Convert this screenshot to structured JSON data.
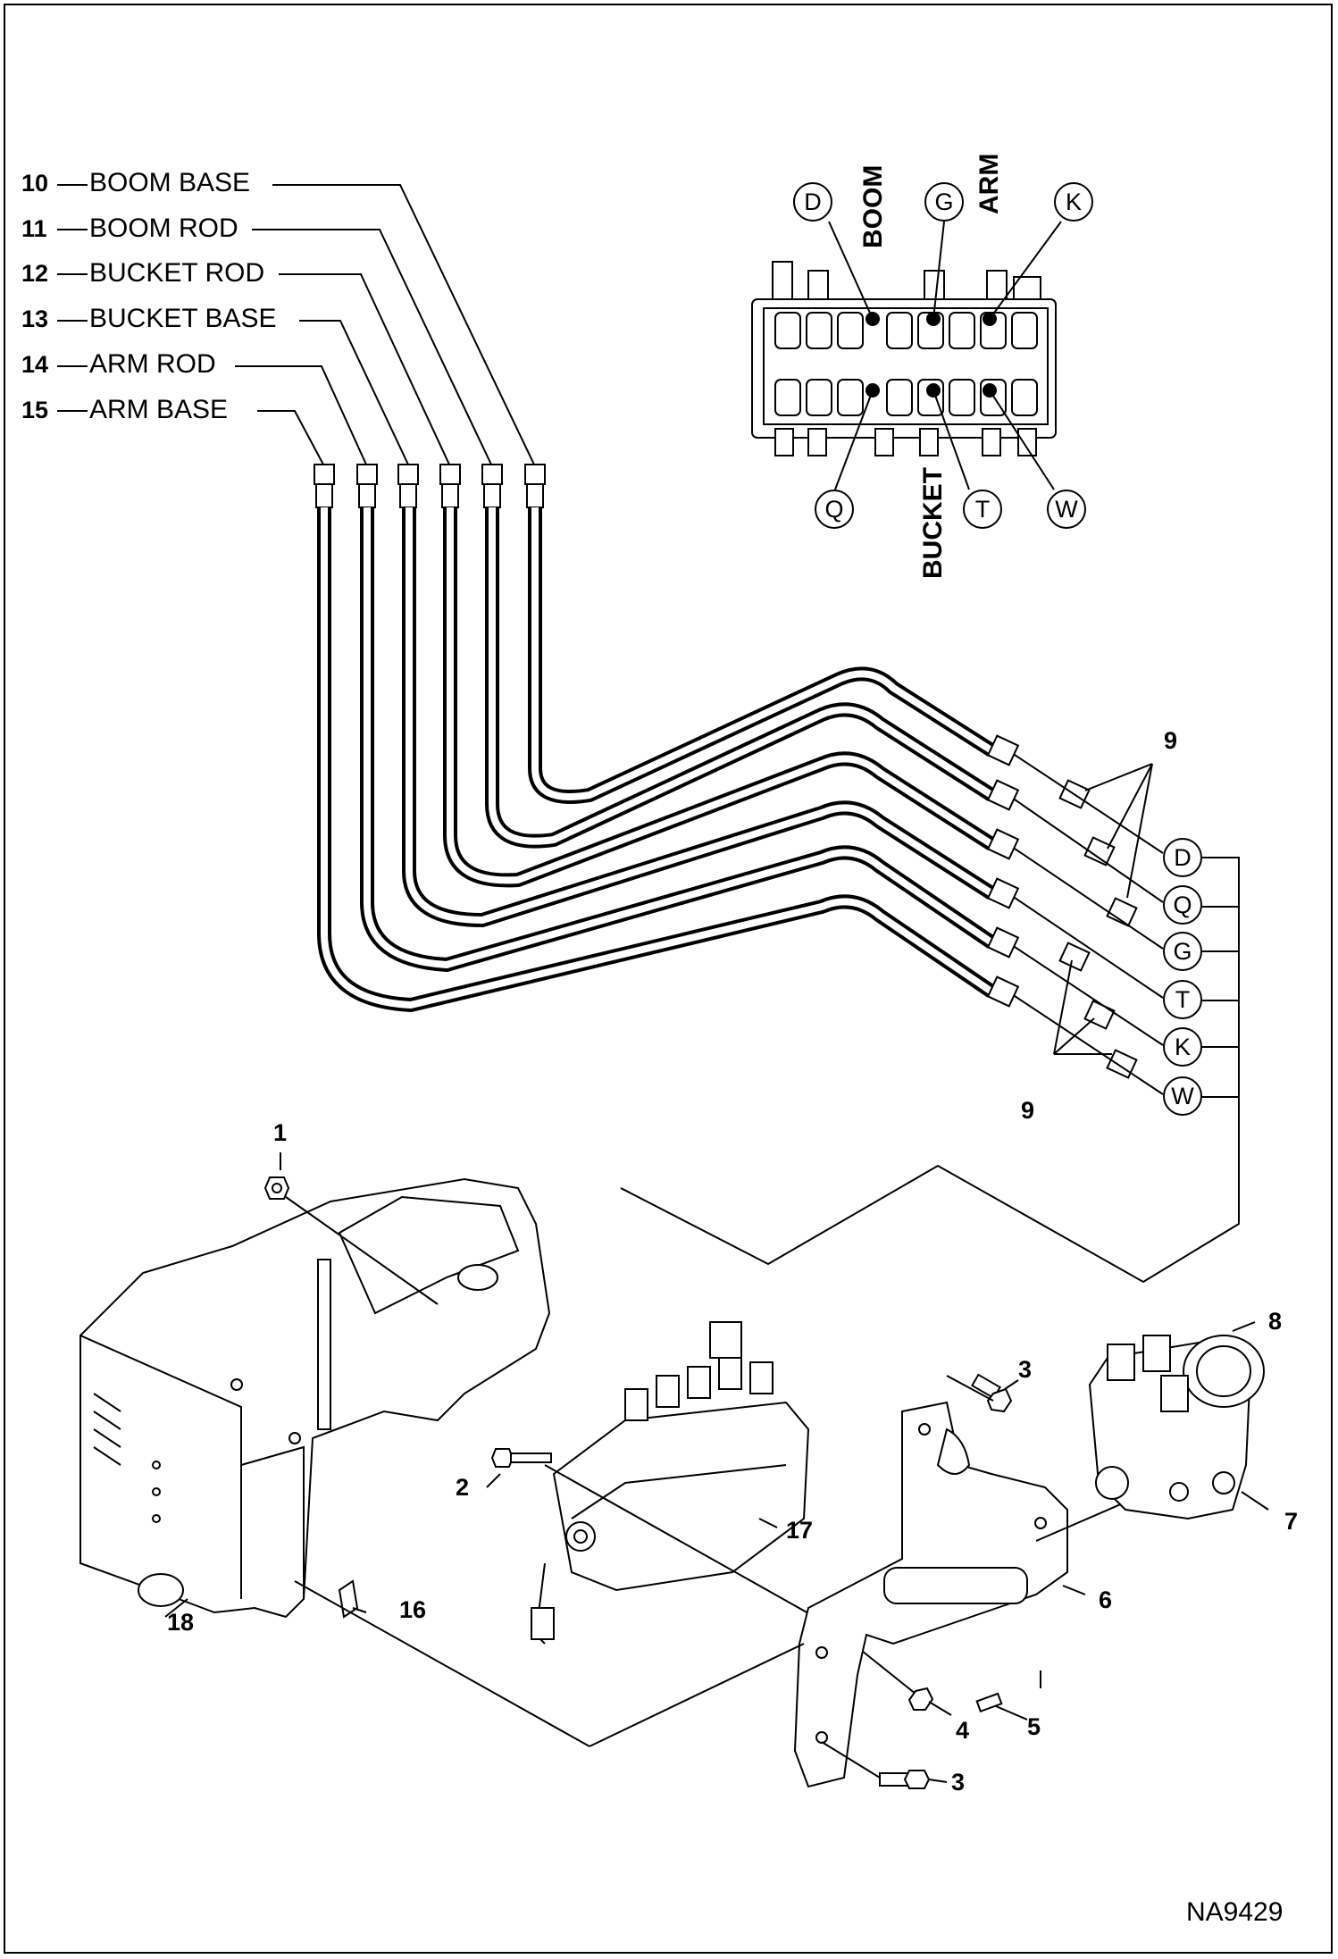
{
  "hose_labels": [
    {
      "num": "10",
      "name": "BOOM BASE"
    },
    {
      "num": "11",
      "name": "BOOM ROD"
    },
    {
      "num": "12",
      "name": "BUCKET ROD"
    },
    {
      "num": "13",
      "name": "BUCKET BASE"
    },
    {
      "num": "14",
      "name": "ARM ROD"
    },
    {
      "num": "15",
      "name": "ARM BASE"
    }
  ],
  "valve_sections": {
    "boom": "BOOM",
    "arm": "ARM",
    "bucket": "BUCKET"
  },
  "valve_ports_top": [
    "D",
    "G",
    "K"
  ],
  "valve_ports_bottom": [
    "Q",
    "T",
    "W"
  ],
  "fitting_ports": [
    "D",
    "Q",
    "G",
    "T",
    "K",
    "W"
  ],
  "callouts": {
    "c1": "1",
    "c2": "2",
    "c3a": "3",
    "c3b": "3",
    "c4": "4",
    "c5": "5",
    "c6": "6",
    "c7": "7",
    "c8": "8",
    "c9a": "9",
    "c9b": "9",
    "c16": "16",
    "c17": "17",
    "c18": "18"
  },
  "drawing_id": "NA9429"
}
